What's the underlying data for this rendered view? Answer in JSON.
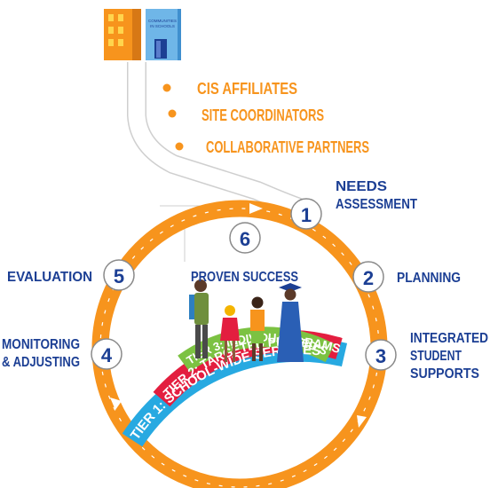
{
  "building": {
    "sign_line1": "COMMUNITIES",
    "sign_line2": "IN SCHOOLS"
  },
  "path_items": [
    "CIS AFFILIATES",
    "SITE COORDINATORS",
    "COLLABORATIVE PARTNERS"
  ],
  "steps": [
    {
      "number": "1",
      "label_lines": [
        "NEEDS",
        "ASSESSMENT"
      ]
    },
    {
      "number": "2",
      "label_lines": [
        "PLANNING"
      ]
    },
    {
      "number": "3",
      "label_lines": [
        "INTEGRATED",
        "STUDENT",
        "SUPPORTS"
      ]
    },
    {
      "number": "4",
      "label_lines": [
        "MONITORING",
        "& ADJUSTING"
      ]
    },
    {
      "number": "5",
      "label_lines": [
        "EVALUATION"
      ]
    },
    {
      "number": "6",
      "label_lines": [
        "PROVEN SUCCESS"
      ]
    }
  ],
  "tiers": [
    {
      "text": "TIER 1: SCHOOL-WIDE SERVICES",
      "color": "#27a9e1"
    },
    {
      "text": "TIER 2: TARGETED PROGRAMS",
      "color": "#e31e3f"
    },
    {
      "text": "TIER 3: INDIVIDUALIZED SUPPORT",
      "color": "#7cc242"
    }
  ],
  "colors": {
    "ring": "#f7941d",
    "accent_orange": "#f7941d",
    "navy": "#1c3f94",
    "number_circle_stroke": "#8a8a8a"
  }
}
